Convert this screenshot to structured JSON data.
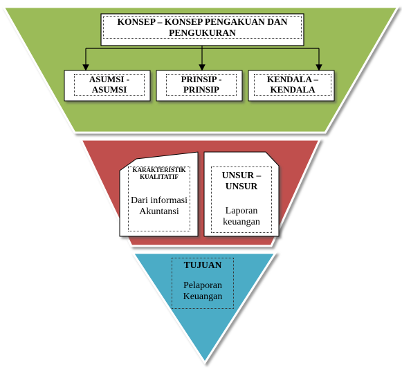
{
  "top": {
    "title": "KONSEP – KONSEP PENGAKUAN DAN PENGUKURAN",
    "boxes": [
      "ASUMSI - ASUMSI",
      "PRINSIP - PRINSIP",
      "KENDALA – KENDALA"
    ],
    "color": "#9bbb59"
  },
  "middle": {
    "left_heading": "KARAKTERISTIK KUALITATIF",
    "left_text": "Dari informasi Akuntansi",
    "right_heading": "UNSUR – UNSUR",
    "right_text": "Laporan keuangan",
    "color": "#c0504d"
  },
  "bottom": {
    "heading": "TUJUAN",
    "text": "Pelaporan Keuangan",
    "color": "#4bacc6"
  }
}
